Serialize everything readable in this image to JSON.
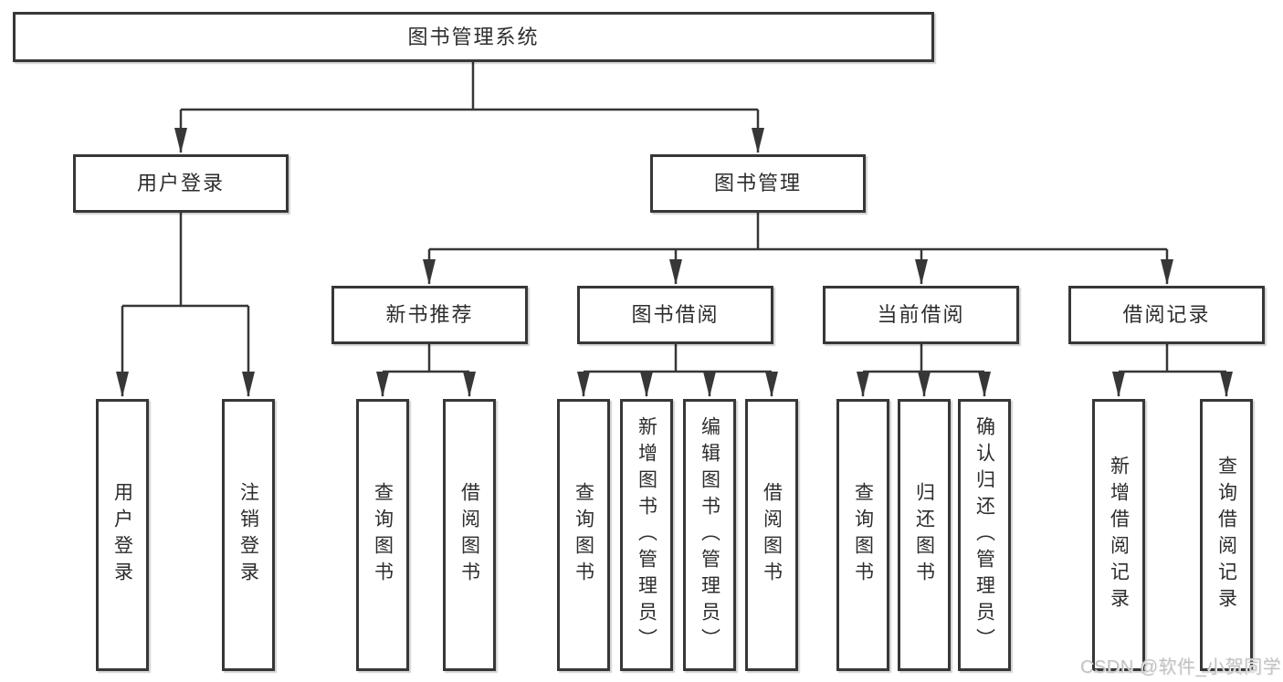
{
  "diagram_type": "hierarchy-tree",
  "tree": {
    "root": {
      "label": "图书管理系统",
      "children": [
        {
          "label": "用户登录",
          "children": [
            {
              "label": "用户登录"
            },
            {
              "label": "注销登录"
            }
          ]
        },
        {
          "label": "图书管理",
          "children": [
            {
              "label": "新书推荐",
              "children": [
                {
                  "label": "查询图书"
                },
                {
                  "label": "借阅图书"
                }
              ]
            },
            {
              "label": "图书借阅",
              "children": [
                {
                  "label": "查询图书"
                },
                {
                  "label": "新增图书（管理员）"
                },
                {
                  "label": "编辑图书（管理员）"
                },
                {
                  "label": "借阅图书"
                }
              ]
            },
            {
              "label": "当前借阅",
              "children": [
                {
                  "label": "查询图书"
                },
                {
                  "label": "归还图书"
                },
                {
                  "label": "确认归还（管理员）"
                }
              ]
            },
            {
              "label": "借阅记录",
              "children": [
                {
                  "label": "新增借阅记录"
                },
                {
                  "label": "查询借阅记录"
                }
              ]
            }
          ]
        }
      ]
    }
  },
  "watermark": {
    "text": "CSDN @软件_小贺同学"
  },
  "colors": {
    "line": "#373737",
    "box_border": "#373737",
    "box_background": "#ffffff",
    "text": "#2d2d2d",
    "page_background": "#ffffff",
    "watermark_text": "#c3c3c3"
  }
}
